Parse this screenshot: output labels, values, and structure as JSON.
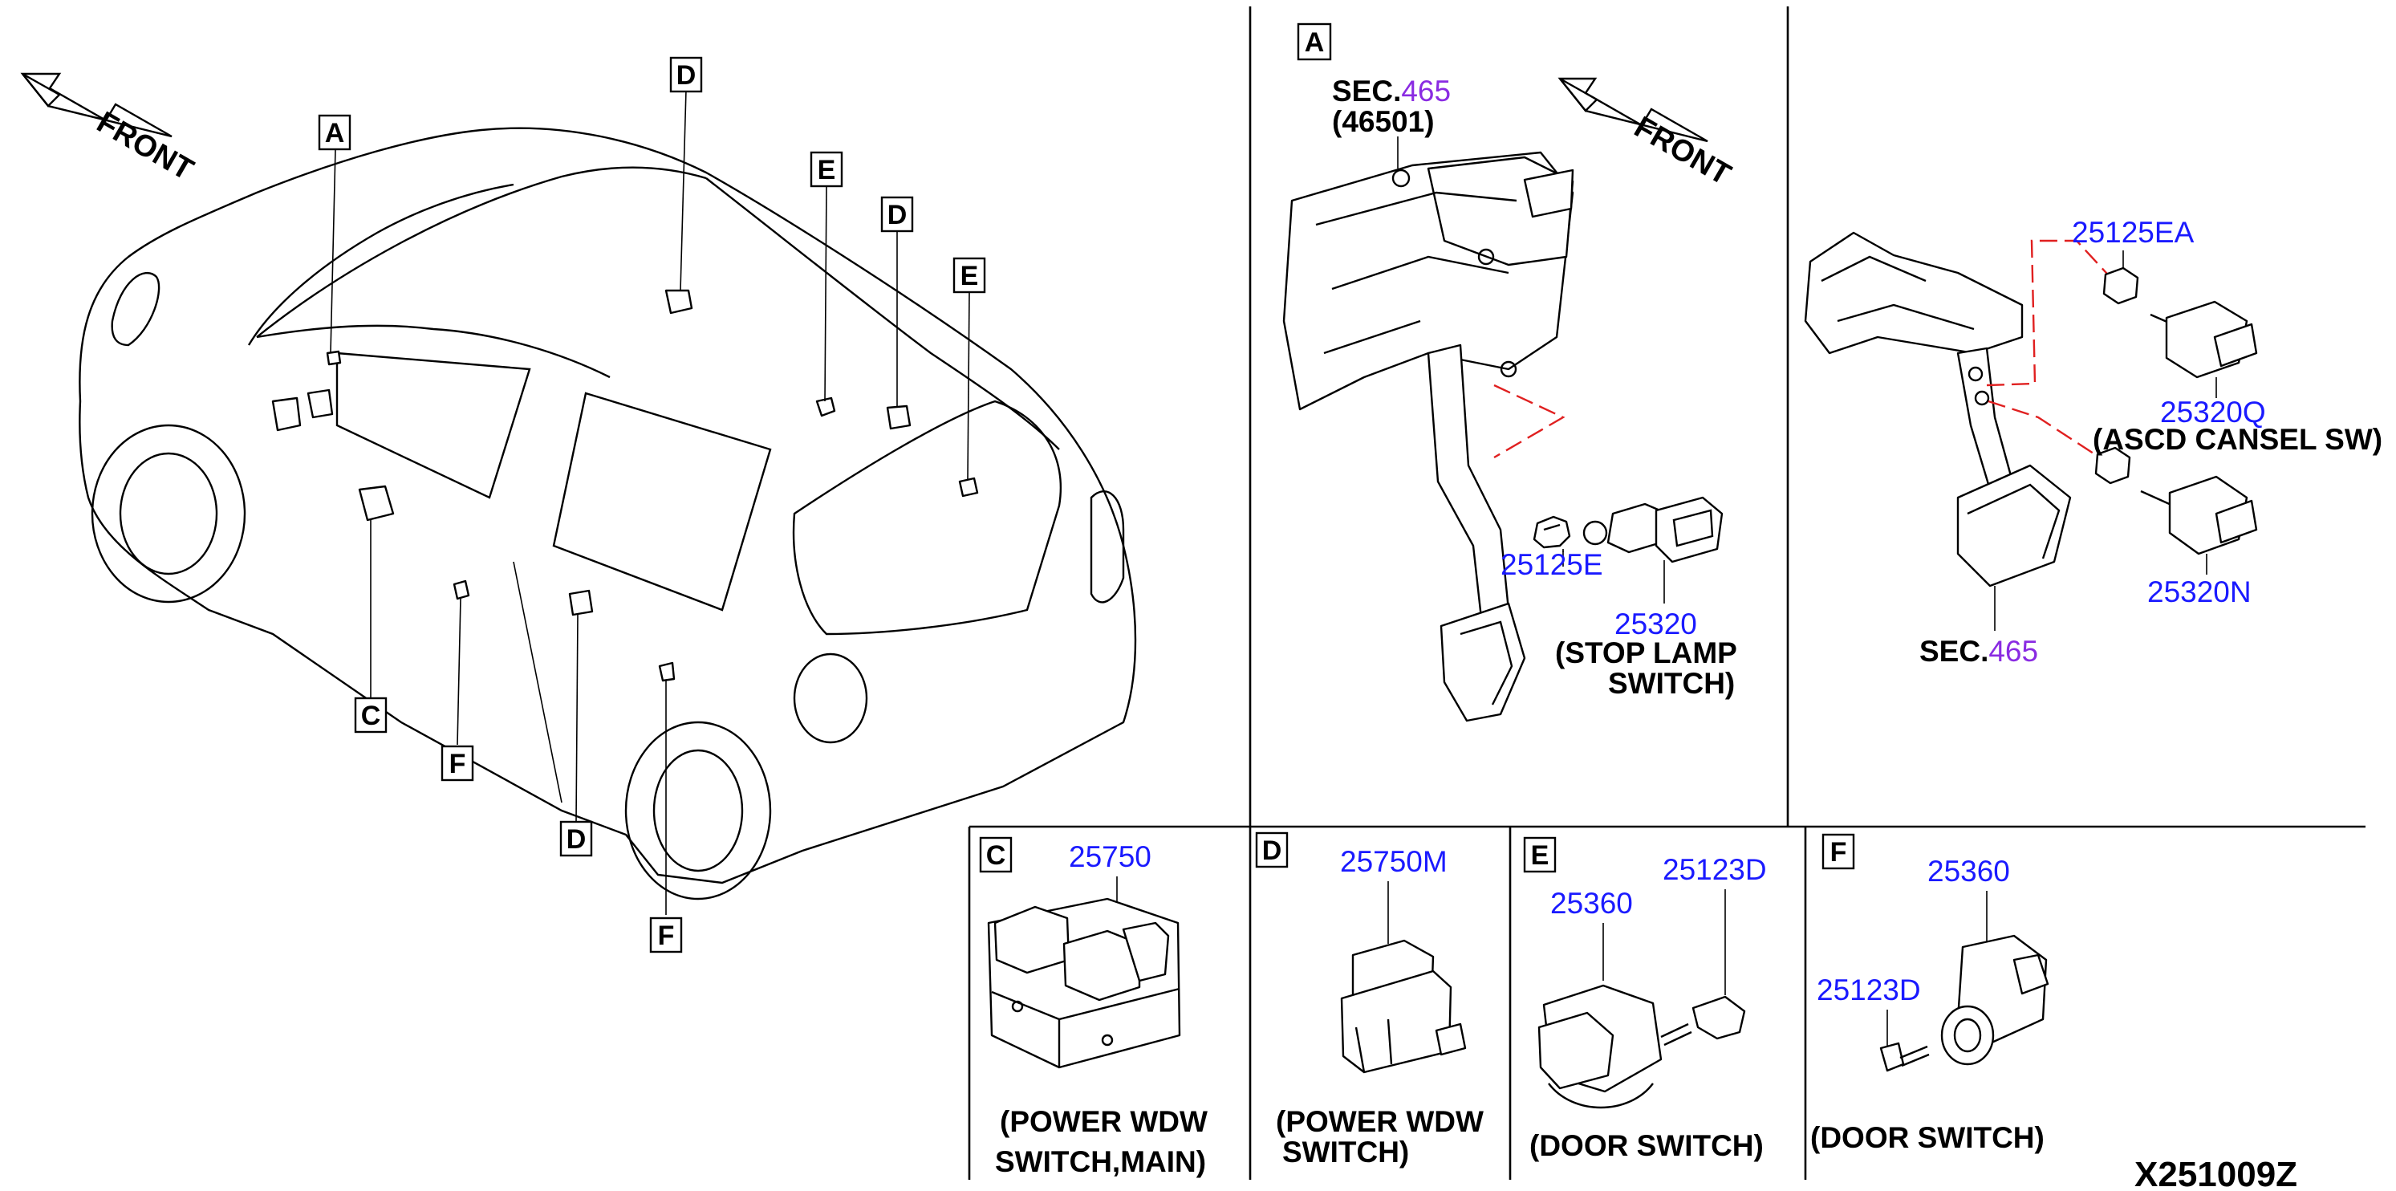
{
  "callouts": {
    "A": "A",
    "C": "C",
    "D": "D",
    "E": "E",
    "F": "F"
  },
  "front_label": "FRONT",
  "panel_a": {
    "sec_prefix": "SEC.",
    "sec_num": "465",
    "sec_sub": "(46501)",
    "pn_25125e": "25125E",
    "pn_25320": "25320",
    "desc_stop_1": "(STOP LAMP",
    "desc_stop_2": "SWITCH)"
  },
  "panel_ascd": {
    "pn_25125ea": "25125EA",
    "pn_25320q": "25320Q",
    "desc_ascd": "(ASCD CANSEL SW)",
    "pn_25320n": "25320N",
    "sec_prefix": "SEC.",
    "sec_num": "465"
  },
  "panel_c": {
    "pn": "25750",
    "desc_1": "(POWER WDW",
    "desc_2": "SWITCH,MAIN)"
  },
  "panel_d": {
    "pn": "25750M",
    "desc_1": "(POWER WDW",
    "desc_2": "SWITCH)"
  },
  "panel_e": {
    "pn_switch": "25360",
    "pn_bolt": "25123D",
    "desc": "(DOOR SWITCH)"
  },
  "panel_f": {
    "pn_switch": "25360",
    "pn_bolt": "25123D",
    "desc": "(DOOR SWITCH)"
  },
  "diagram_ref": "X251009Z",
  "colors": {
    "part_number": "#1a1aff",
    "section_number": "#8a2be2",
    "leader_dashed": "#e02020"
  }
}
